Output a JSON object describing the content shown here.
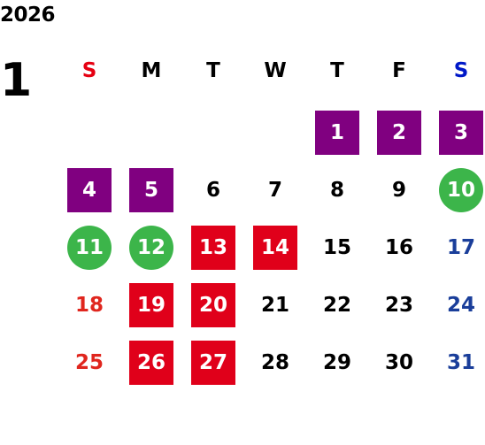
{
  "calendar": {
    "year": "2026",
    "month": "1",
    "weekdays": [
      {
        "label": "S",
        "color": "#e60012"
      },
      {
        "label": "M",
        "color": "#000000"
      },
      {
        "label": "T",
        "color": "#000000"
      },
      {
        "label": "W",
        "color": "#000000"
      },
      {
        "label": "T",
        "color": "#000000"
      },
      {
        "label": "F",
        "color": "#000000"
      },
      {
        "label": "S",
        "color": "#0018c8"
      }
    ],
    "styles": {
      "purple": "#800080",
      "red": "#e0001a",
      "green": "#3cb54a",
      "sunday_text": "#e0261e",
      "saturday_text": "#1a3e9a"
    },
    "days": [
      {
        "day": "1",
        "style": "purple"
      },
      {
        "day": "2",
        "style": "purple"
      },
      {
        "day": "3",
        "style": "purple"
      },
      {
        "day": "4",
        "style": "purple"
      },
      {
        "day": "5",
        "style": "purple"
      },
      {
        "day": "6",
        "style": "plain"
      },
      {
        "day": "7",
        "style": "plain"
      },
      {
        "day": "8",
        "style": "plain"
      },
      {
        "day": "9",
        "style": "plain"
      },
      {
        "day": "10",
        "style": "green"
      },
      {
        "day": "11",
        "style": "green"
      },
      {
        "day": "12",
        "style": "green"
      },
      {
        "day": "13",
        "style": "red"
      },
      {
        "day": "14",
        "style": "red"
      },
      {
        "day": "15",
        "style": "plain"
      },
      {
        "day": "16",
        "style": "plain"
      },
      {
        "day": "17",
        "style": "sat"
      },
      {
        "day": "18",
        "style": "sun"
      },
      {
        "day": "19",
        "style": "red"
      },
      {
        "day": "20",
        "style": "red"
      },
      {
        "day": "21",
        "style": "plain"
      },
      {
        "day": "22",
        "style": "plain"
      },
      {
        "day": "23",
        "style": "plain"
      },
      {
        "day": "24",
        "style": "sat"
      },
      {
        "day": "25",
        "style": "sun"
      },
      {
        "day": "26",
        "style": "red"
      },
      {
        "day": "27",
        "style": "red"
      },
      {
        "day": "28",
        "style": "plain"
      },
      {
        "day": "29",
        "style": "plain"
      },
      {
        "day": "30",
        "style": "plain"
      },
      {
        "day": "31",
        "style": "sat"
      }
    ]
  }
}
